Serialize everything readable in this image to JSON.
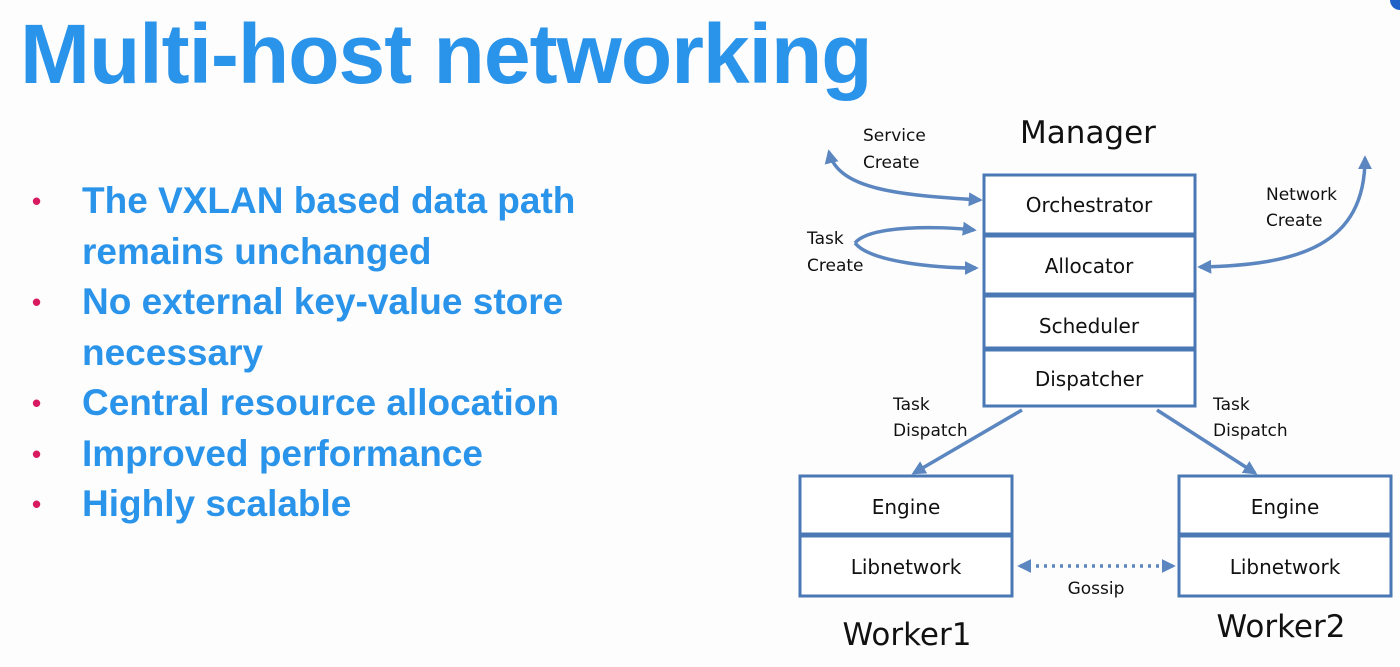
{
  "slide": {
    "title": "Multi-host networking",
    "bullets": [
      "The VXLAN based data path remains unchanged",
      "No external key-value store necessary",
      "Central resource allocation",
      "Improved performance",
      "Highly scalable"
    ],
    "bullet_color": "#d81b60",
    "text_color": "#2a93ea"
  },
  "diagram": {
    "manager": {
      "title": "Manager",
      "components": [
        "Orchestrator",
        "Allocator",
        "Scheduler",
        "Dispatcher"
      ]
    },
    "worker1": {
      "title": "Worker1",
      "components": [
        "Engine",
        "Libnetwork"
      ]
    },
    "worker2": {
      "title": "Worker2",
      "components": [
        "Engine",
        "Libnetwork"
      ]
    },
    "labels": {
      "service_create": [
        "Service",
        "Create"
      ],
      "task_create": [
        "Task",
        "Create"
      ],
      "network_create": [
        "Network",
        "Create"
      ],
      "task_dispatch_left": [
        "Task",
        "Dispatch"
      ],
      "task_dispatch_right": [
        "Task",
        "Dispatch"
      ],
      "gossip": "Gossip"
    },
    "line_color": "#5b86c0",
    "box_border_color": "#4a78b5"
  }
}
